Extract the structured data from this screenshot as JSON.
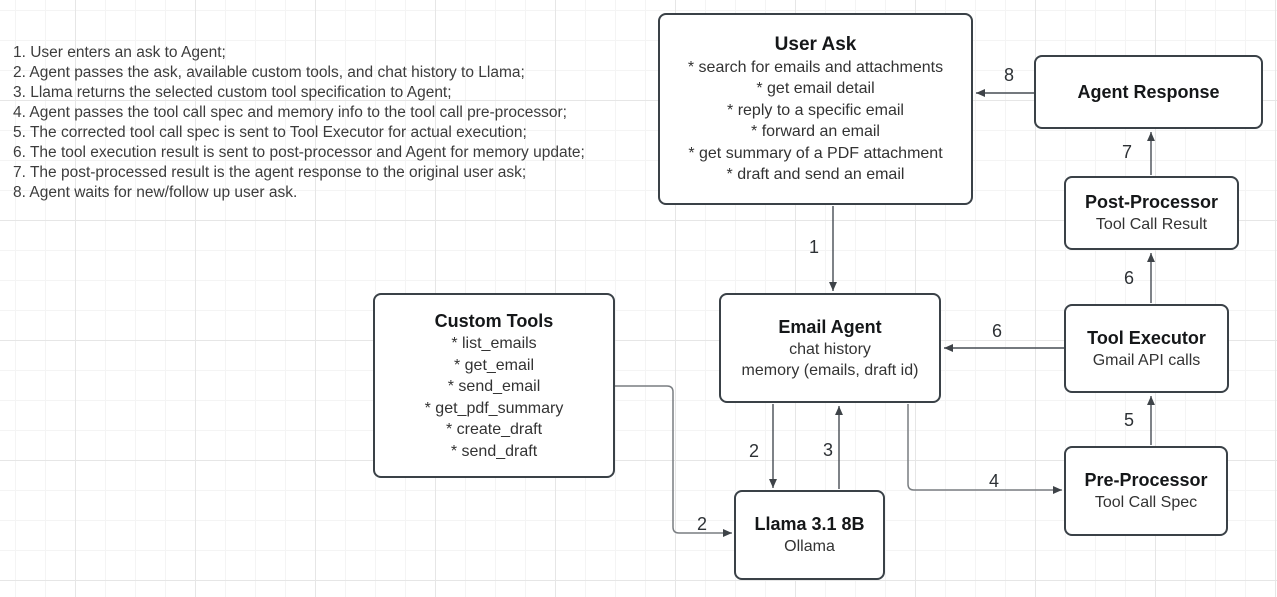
{
  "notes": {
    "steps": [
      "1. User enters an ask to Agent;",
      "2. Agent passes the ask, available custom tools, and chat history to Llama;",
      "3. Llama returns the selected custom tool specification to Agent;",
      "4. Agent passes the tool call spec and memory info to the tool call pre-processor;",
      "5. The corrected tool call spec is sent to Tool Executor for actual execution;",
      "6. The tool execution result is sent to post-processor and Agent for memory update;",
      "7. The post-processed result is the agent response to the original user ask;",
      "8. Agent waits for new/follow up user ask."
    ]
  },
  "nodes": {
    "user_ask": {
      "title": "User Ask",
      "items": [
        "* search for emails and attachments",
        "* get email detail",
        "* reply to a specific email",
        "* forward an email",
        "* get summary of a PDF attachment",
        "* draft and send an email"
      ]
    },
    "agent_response": {
      "title": "Agent Response"
    },
    "post_processor": {
      "title": "Post-Processor",
      "subtitle": "Tool Call Result"
    },
    "tool_executor": {
      "title": "Tool Executor",
      "subtitle": "Gmail API calls"
    },
    "pre_processor": {
      "title": "Pre-Processor",
      "subtitle": "Tool Call Spec"
    },
    "email_agent": {
      "title": "Email Agent",
      "lines": [
        "chat history",
        "memory (emails, draft id)"
      ]
    },
    "custom_tools": {
      "title": "Custom Tools",
      "items": [
        "* list_emails",
        "* get_email",
        "* send_email",
        "* get_pdf_summary",
        "* create_draft",
        "* send_draft"
      ]
    },
    "llama": {
      "title": "Llama 3.1 8B",
      "subtitle": "Ollama"
    }
  },
  "edge_labels": {
    "step1": "1",
    "step2_agent_to_llama": "2",
    "step2_tools_to_llama": "2",
    "step3": "3",
    "step4": "4",
    "step5": "5",
    "step6_to_postprocessor": "6",
    "step6_to_agent": "6",
    "step7": "7",
    "step8": "8"
  },
  "palette": {
    "node_border": "#3a4147",
    "arrow_stroke": "#474d54",
    "elbow_stroke": "#797d81",
    "arrowhead_fill": "#3e4348",
    "text": "#333333",
    "grid_minor": "#f4f4f4",
    "grid_major": "#e6e6e6"
  }
}
